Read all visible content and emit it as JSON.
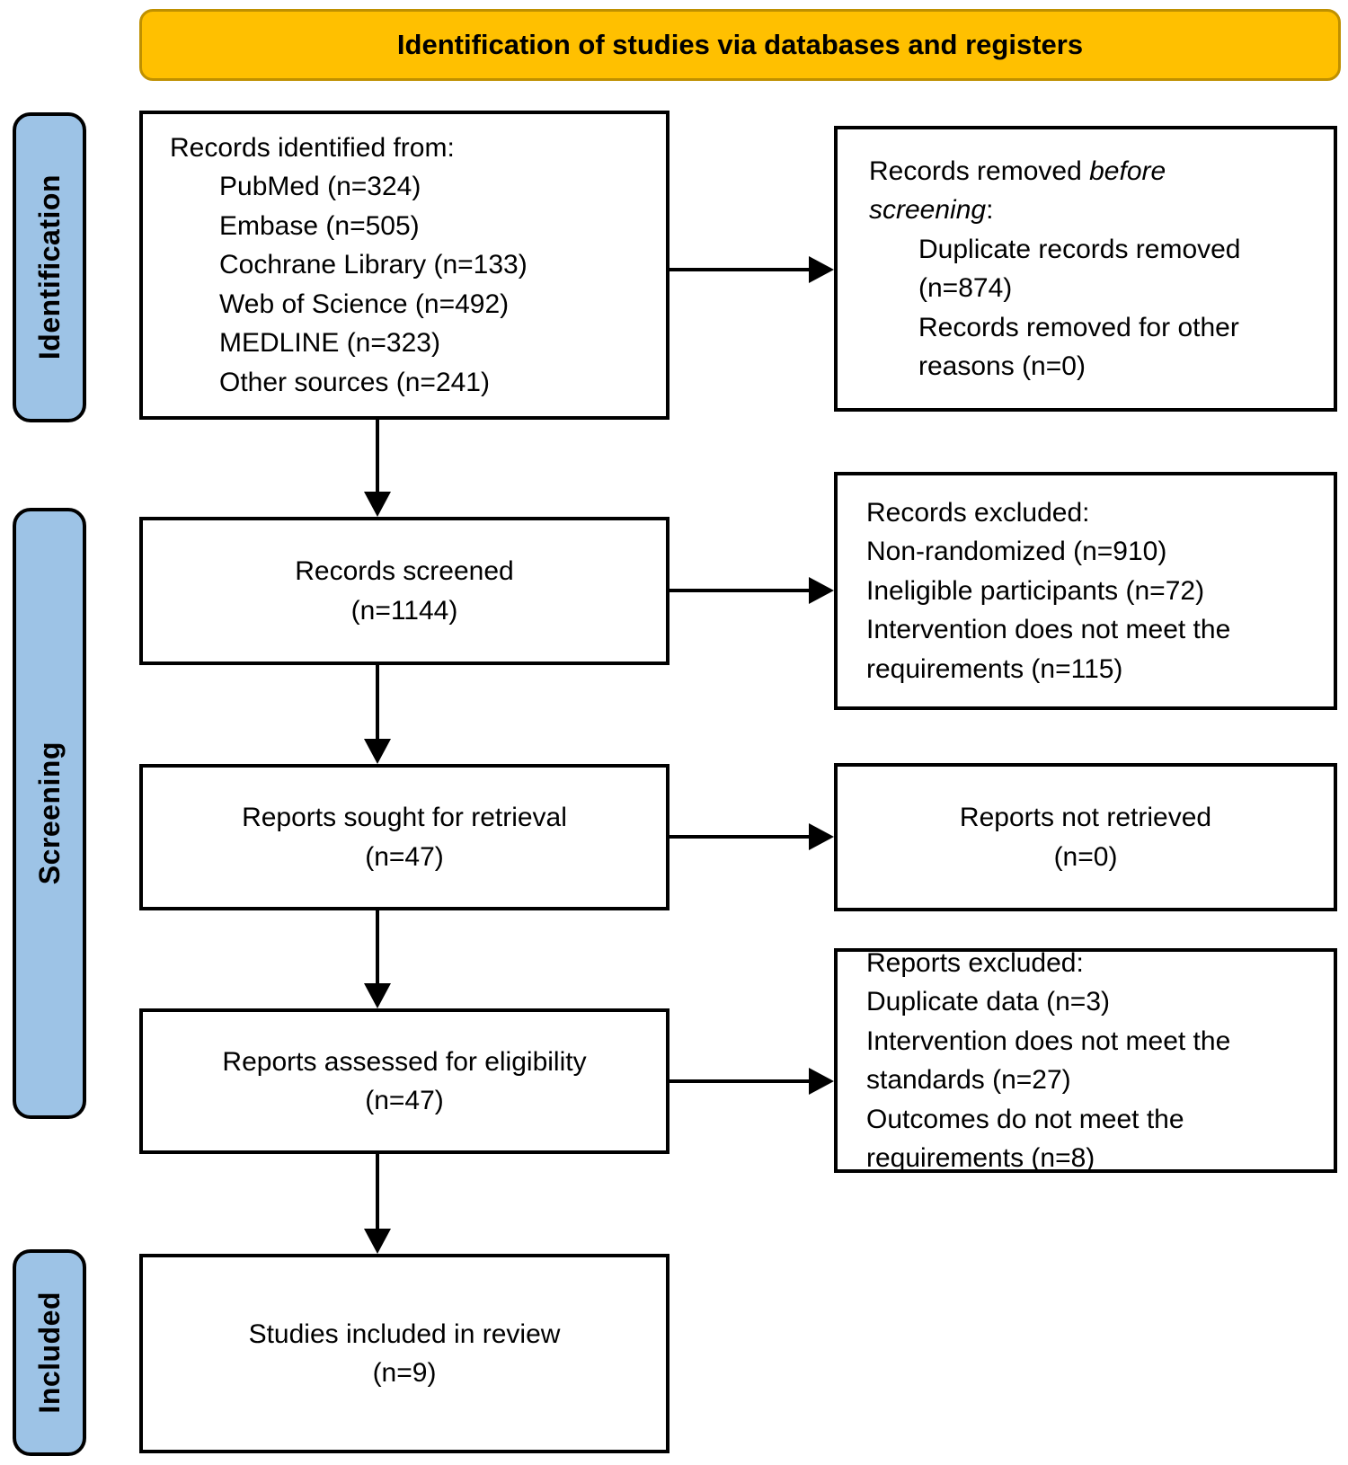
{
  "banner": {
    "title": "Identification of studies via databases and registers"
  },
  "stages": [
    {
      "label": "Identification"
    },
    {
      "label": "Screening"
    },
    {
      "label": "Included"
    }
  ],
  "boxes": {
    "identified": {
      "title": "Records identified from:",
      "items": [
        "PubMed (n=324)",
        "Embase (n=505)",
        "Cochrane Library (n=133)",
        "Web of Science (n=492)",
        "MEDLINE (n=323)",
        "Other sources (n=241)"
      ]
    },
    "removed": {
      "title_parts": {
        "prefix": "Records removed ",
        "italic_line1": "before",
        "italic_line2": "screening",
        "suffix": ":"
      },
      "items": [
        "Duplicate records removed (n=874)",
        "Records removed for other reasons (n=0)"
      ]
    },
    "screened": {
      "line1": "Records screened",
      "line2": "(n=1144)"
    },
    "records_excluded": {
      "title": "Records excluded:",
      "items": [
        "Non-randomized (n=910)",
        "Ineligible participants (n=72)",
        "Intervention does not meet the requirements (n=115)"
      ]
    },
    "sought": {
      "line1": "Reports sought for retrieval",
      "line2": "(n=47)"
    },
    "not_retrieved": {
      "line1": "Reports not retrieved",
      "line2": "(n=0)"
    },
    "assessed": {
      "line1": "Reports assessed for eligibility",
      "line2": "(n=47)"
    },
    "reports_excluded": {
      "title": "Reports excluded:",
      "items": [
        "Duplicate data (n=3)",
        "Intervention does not meet the standards (n=27)",
        "Outcomes do not meet the requirements (n=8)"
      ]
    },
    "included": {
      "line1": "Studies included in review",
      "line2": "(n=9)"
    }
  },
  "colors": {
    "banner_fill": "#FFC000",
    "banner_border": "#BF9000",
    "stage_fill": "#9DC3E6",
    "box_border": "#000000",
    "arrow": "#000000"
  }
}
